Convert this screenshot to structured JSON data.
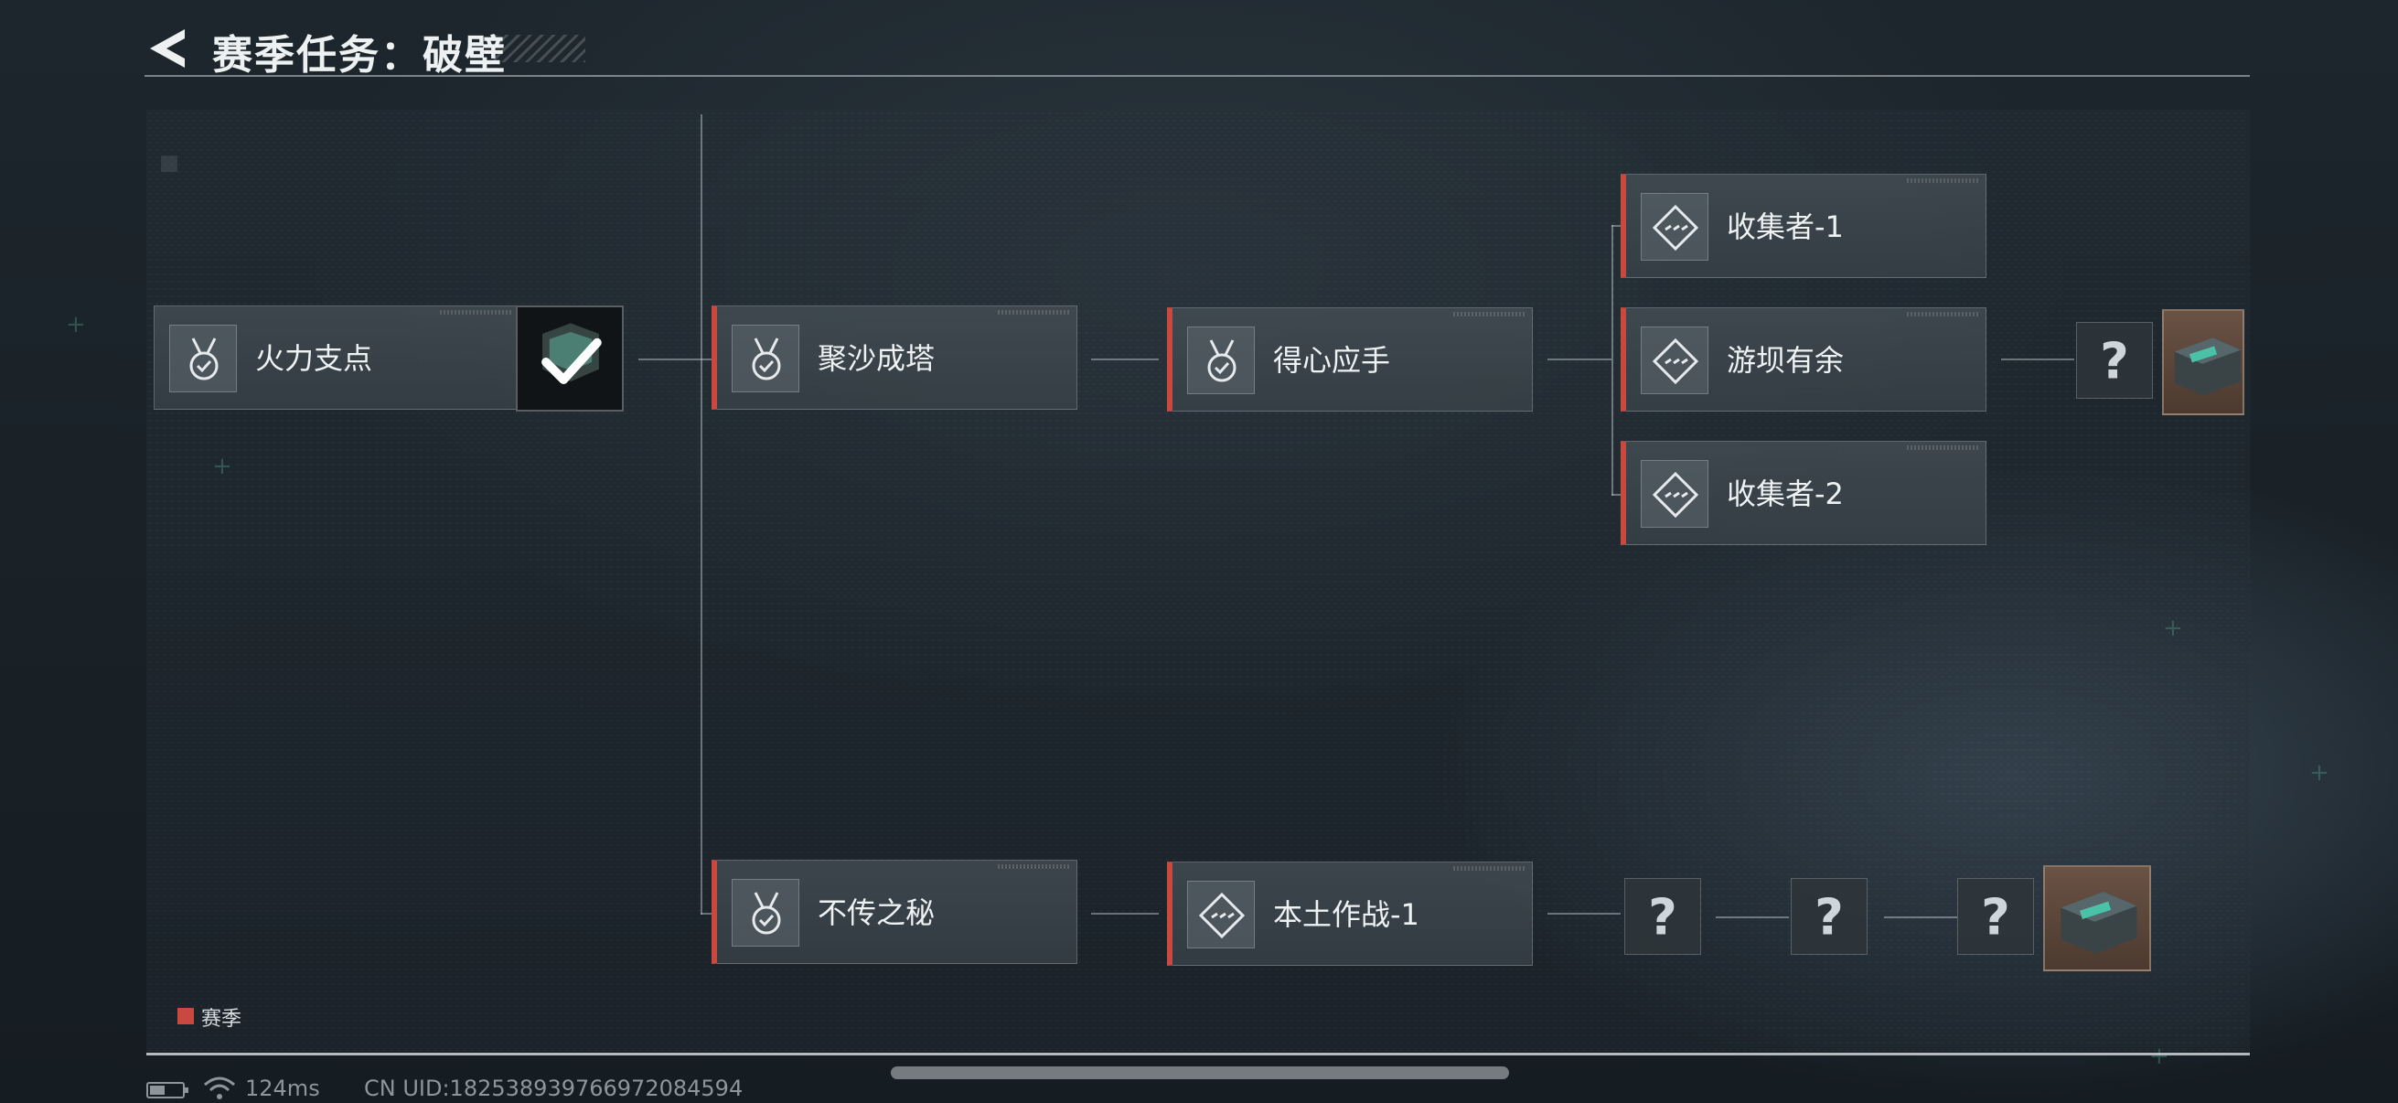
{
  "header": {
    "title": "赛季任务：破壁"
  },
  "tasks": {
    "row1": [
      {
        "label": "火力支点",
        "icon": "medal-check-icon"
      },
      {
        "label": "聚沙成塔",
        "icon": "medal-check-icon"
      },
      {
        "label": "得心应手",
        "icon": "medal-check-icon"
      }
    ],
    "branch": [
      {
        "label": "收集者-1",
        "icon": "diamond-task-icon"
      },
      {
        "label": "游坝有余",
        "icon": "diamond-task-icon"
      },
      {
        "label": "收集者-2",
        "icon": "diamond-task-icon"
      }
    ],
    "row2": [
      {
        "label": "不传之秘",
        "icon": "medal-check-icon"
      },
      {
        "label": "本土作战-1",
        "icon": "diamond-task-icon"
      }
    ]
  },
  "rewards": {
    "unknown_symbol": "?"
  },
  "legend": {
    "label": "赛季",
    "color": "#c9483f"
  },
  "status": {
    "ping": "124ms",
    "uid": "CN UID:1825389397669720845​94"
  },
  "colors": {
    "accent": "#c9483f",
    "background": "#1a2228"
  }
}
